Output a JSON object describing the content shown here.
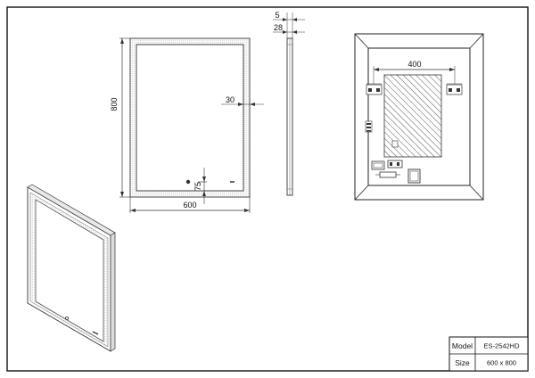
{
  "dimensions": {
    "width": "600",
    "height": "800",
    "depth_total": "5",
    "depth_frame": "28",
    "led_inset": "30",
    "switch_offset": "75",
    "bracket_spacing": "400"
  },
  "title_block": {
    "model_label": "Model",
    "model_value": "ES-2542HD",
    "size_label": "Size",
    "size_value": "600 x 800"
  }
}
